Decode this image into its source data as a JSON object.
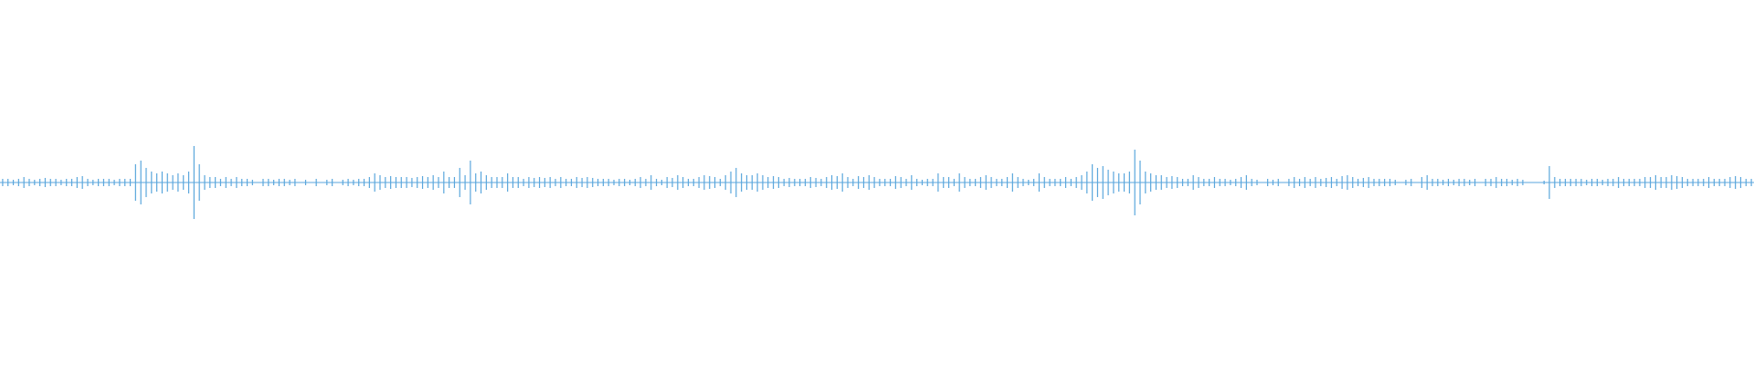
{
  "waveform": {
    "color": "#5aa6dc",
    "amplitude_samples": [
      0.02,
      0.02,
      0.015,
      0.02,
      0.03,
      0.02,
      0.015,
      0.02,
      0.025,
      0.02,
      0.02,
      0.015,
      0.02,
      0.02,
      0.03,
      0.035,
      0.02,
      0.015,
      0.02,
      0.02,
      0.02,
      0.015,
      0.02,
      0.02,
      0.02,
      0.1,
      0.12,
      0.08,
      0.06,
      0.05,
      0.06,
      0.05,
      0.04,
      0.05,
      0.04,
      0.06,
      0.2,
      0.1,
      0.04,
      0.03,
      0.03,
      0.02,
      0.03,
      0.02,
      0.03,
      0.02,
      0.02,
      0.015,
      0.0,
      0.02,
      0.02,
      0.015,
      0.02,
      0.02,
      0.015,
      0.02,
      0.0,
      0.015,
      0.0,
      0.02,
      0.0,
      0.015,
      0.02,
      0.0,
      0.015,
      0.02,
      0.015,
      0.02,
      0.02,
      0.03,
      0.05,
      0.04,
      0.03,
      0.035,
      0.03,
      0.03,
      0.03,
      0.025,
      0.03,
      0.035,
      0.03,
      0.04,
      0.03,
      0.06,
      0.03,
      0.03,
      0.08,
      0.04,
      0.12,
      0.05,
      0.06,
      0.04,
      0.03,
      0.03,
      0.03,
      0.05,
      0.03,
      0.03,
      0.02,
      0.03,
      0.025,
      0.03,
      0.025,
      0.03,
      0.02,
      0.03,
      0.02,
      0.02,
      0.03,
      0.025,
      0.03,
      0.025,
      0.02,
      0.02,
      0.02,
      0.015,
      0.02,
      0.02,
      0.015,
      0.02,
      0.03,
      0.02,
      0.04,
      0.02,
      0.015,
      0.03,
      0.025,
      0.04,
      0.03,
      0.02,
      0.02,
      0.03,
      0.04,
      0.035,
      0.03,
      0.02,
      0.04,
      0.06,
      0.08,
      0.05,
      0.04,
      0.04,
      0.05,
      0.04,
      0.03,
      0.035,
      0.03,
      0.02,
      0.025,
      0.02,
      0.02,
      0.02,
      0.03,
      0.025,
      0.02,
      0.03,
      0.04,
      0.035,
      0.05,
      0.03,
      0.02,
      0.035,
      0.03,
      0.04,
      0.03,
      0.02,
      0.02,
      0.02,
      0.035,
      0.03,
      0.02,
      0.04,
      0.02,
      0.015,
      0.02,
      0.02,
      0.05,
      0.03,
      0.03,
      0.02,
      0.05,
      0.03,
      0.02,
      0.02,
      0.03,
      0.04,
      0.03,
      0.02,
      0.02,
      0.03,
      0.05,
      0.03,
      0.02,
      0.015,
      0.02,
      0.05,
      0.03,
      0.02,
      0.02,
      0.02,
      0.03,
      0.02,
      0.03,
      0.04,
      0.06,
      0.1,
      0.08,
      0.09,
      0.07,
      0.06,
      0.05,
      0.05,
      0.06,
      0.18,
      0.12,
      0.06,
      0.05,
      0.04,
      0.04,
      0.03,
      0.035,
      0.03,
      0.02,
      0.02,
      0.04,
      0.03,
      0.02,
      0.02,
      0.03,
      0.02,
      0.02,
      0.015,
      0.02,
      0.03,
      0.04,
      0.02,
      0.015,
      0.0,
      0.02,
      0.015,
      0.02,
      0.0,
      0.02,
      0.03,
      0.02,
      0.03,
      0.02,
      0.03,
      0.02,
      0.025,
      0.03,
      0.02,
      0.035,
      0.04,
      0.03,
      0.02,
      0.025,
      0.03,
      0.02,
      0.02,
      0.02,
      0.02,
      0.015,
      0.0,
      0.015,
      0.02,
      0.0,
      0.03,
      0.04,
      0.02,
      0.02,
      0.015,
      0.02,
      0.015,
      0.02,
      0.02,
      0.015,
      0.02,
      0.0,
      0.02,
      0.02,
      0.03,
      0.02,
      0.02,
      0.015,
      0.02,
      0.015,
      0.0,
      0.0,
      0.0,
      0.01,
      0.09,
      0.03,
      0.02,
      0.02,
      0.02,
      0.02,
      0.02,
      0.015,
      0.02,
      0.02,
      0.015,
      0.02,
      0.02,
      0.03,
      0.02,
      0.02,
      0.02,
      0.02,
      0.03,
      0.03,
      0.04,
      0.03,
      0.03,
      0.04,
      0.035,
      0.03,
      0.02,
      0.02,
      0.02,
      0.02,
      0.03,
      0.02,
      0.02,
      0.02,
      0.03,
      0.035,
      0.03,
      0.02,
      0.02
    ]
  }
}
